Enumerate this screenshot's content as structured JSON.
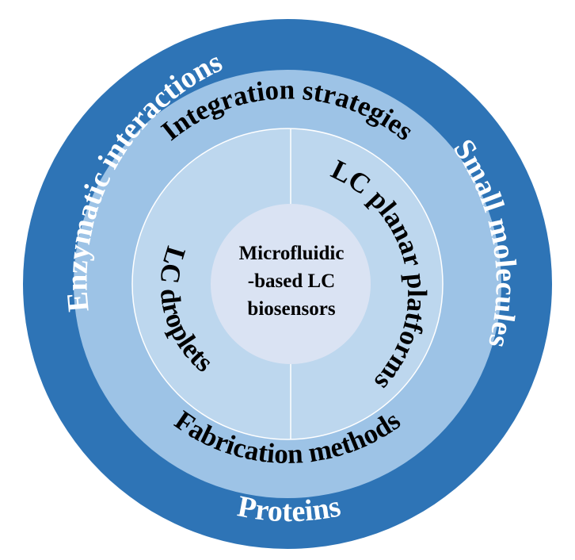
{
  "colors": {
    "outer_ring": "#2e74b6",
    "middle_ring": "#9dc3e6",
    "inner_ring": "#bdd7ee",
    "center": "#dae3f3",
    "white_text": "#ffffff",
    "dark_text": "#000000"
  },
  "outer_ring": {
    "left_label": "Enzymatic interactions",
    "right_label": "Small molecules",
    "bottom_label": "Proteins"
  },
  "middle_ring": {
    "top_label": "Integration strategies",
    "bottom_label": "Fabrication methods"
  },
  "inner_ring": {
    "left_label": "LC droplets",
    "right_label": "LC planar platforms"
  },
  "center": {
    "line1": "Microfluidic",
    "line2": "-based LC",
    "line3": "biosensors"
  }
}
